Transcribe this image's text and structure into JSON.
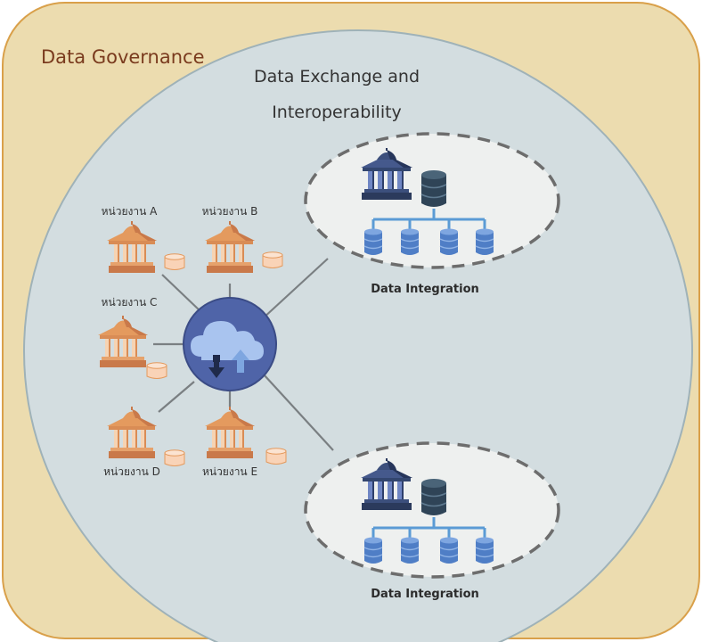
{
  "governance": {
    "label": "Data Governance"
  },
  "exchange": {
    "line1": "Data Exchange and",
    "line2": "Interoperability"
  },
  "agencies": [
    {
      "label": "หน่วยงาน A"
    },
    {
      "label": "หน่วยงาน B"
    },
    {
      "label": "หน่วยงาน C"
    },
    {
      "label": "หน่วยงาน D"
    },
    {
      "label": "หน่วยงาน E"
    }
  ],
  "integrations": [
    {
      "label": "Data Integration"
    },
    {
      "label": "Data Integration"
    }
  ],
  "colors": {
    "governance_fill": "#ecdcaf",
    "governance_stroke": "#d9a04a",
    "exchange_fill": "#d3dde0",
    "exchange_stroke": "#9fb2b8",
    "hub_fill": "#4f64a8",
    "agency_orange": "#e49a5e",
    "integration_fill": "#eef0ef",
    "db_blue": "#5b87c7",
    "tree_blue": "#5b9bd5"
  },
  "icons": {
    "hub": "cloud-sync-icon",
    "agency": "government-building-icon",
    "integration_server": "government-building-icon",
    "database": "database-icon"
  }
}
